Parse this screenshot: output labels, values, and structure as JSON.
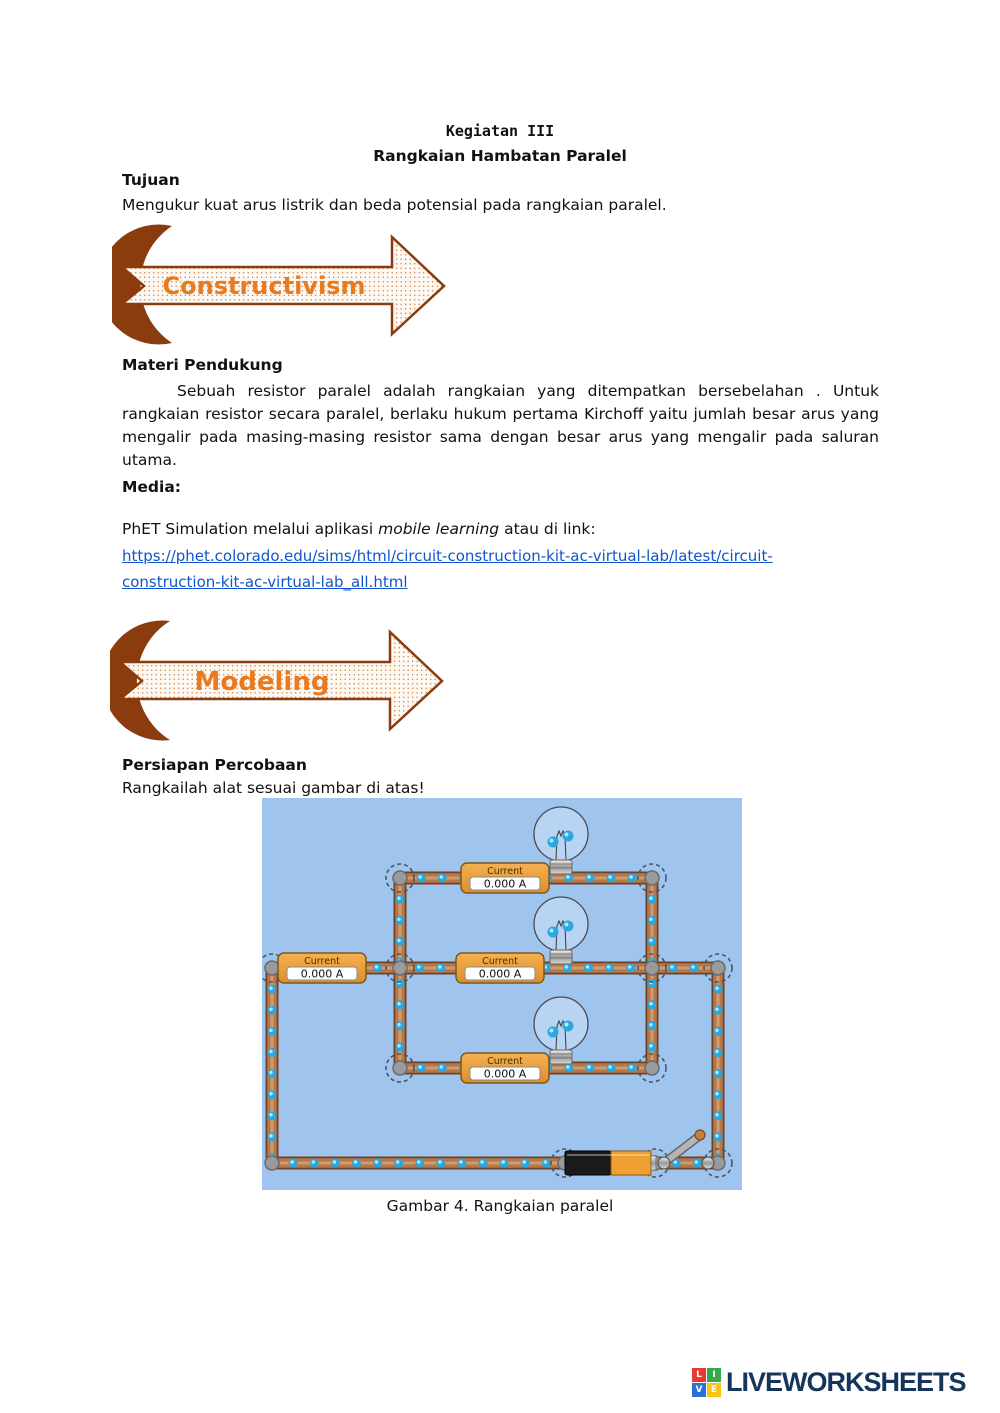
{
  "document": {
    "title_line1": "Kegiatan III",
    "title_line2": "Rangkaian Hambatan Paralel"
  },
  "tujuan": {
    "heading": "Tujuan",
    "body": "Mengukur kuat arus listrik dan beda potensial pada rangkaian paralel."
  },
  "banners": {
    "constructivism": "Constructivism",
    "modeling": "Modeling"
  },
  "materi": {
    "heading": "Materi Pendukung",
    "body": "Sebuah resistor paralel adalah rangkaian yang ditempatkan bersebelahan . Untuk rangkaian resistor secara paralel, berlaku hukum pertama Kirchoff yaitu jumlah besar arus yang mengalir pada masing-masing resistor sama dengan besar arus yang mengalir pada saluran utama."
  },
  "media": {
    "heading": "Media:",
    "intro_prefix": "PhET Simulation melalui aplikasi ",
    "intro_italic": "mobile learning",
    "intro_suffix": " atau di link:",
    "link_line1": "https://phet.colorado.edu/sims/html/circuit-construction-kit-ac-virtual-lab/latest/circuit-",
    "link_line2": "construction-kit-ac-virtual-lab_all.html"
  },
  "persiapan": {
    "heading": "Persiapan Percobaan",
    "body": "Rangkailah alat sesuai gambar di atas!"
  },
  "figure": {
    "caption": "Gambar 4. Rangkaian paralel"
  },
  "circuit": {
    "ammeters": [
      {
        "label": "Current",
        "value": "0.000 A"
      },
      {
        "label": "Current",
        "value": "0.000 A"
      },
      {
        "label": "Current",
        "value": "0.000 A"
      },
      {
        "label": "Current",
        "value": "0.000 A"
      }
    ],
    "colors": {
      "background": "#9fc4ee",
      "wire_copper": "#b5774a",
      "electron_blue": "#2aa7dd",
      "ammeter_orange": "#f0a33a"
    }
  },
  "footer": {
    "brand": "LIVEWORKSHEETS",
    "logo_letters": [
      "L",
      "I",
      "V",
      "E"
    ]
  }
}
